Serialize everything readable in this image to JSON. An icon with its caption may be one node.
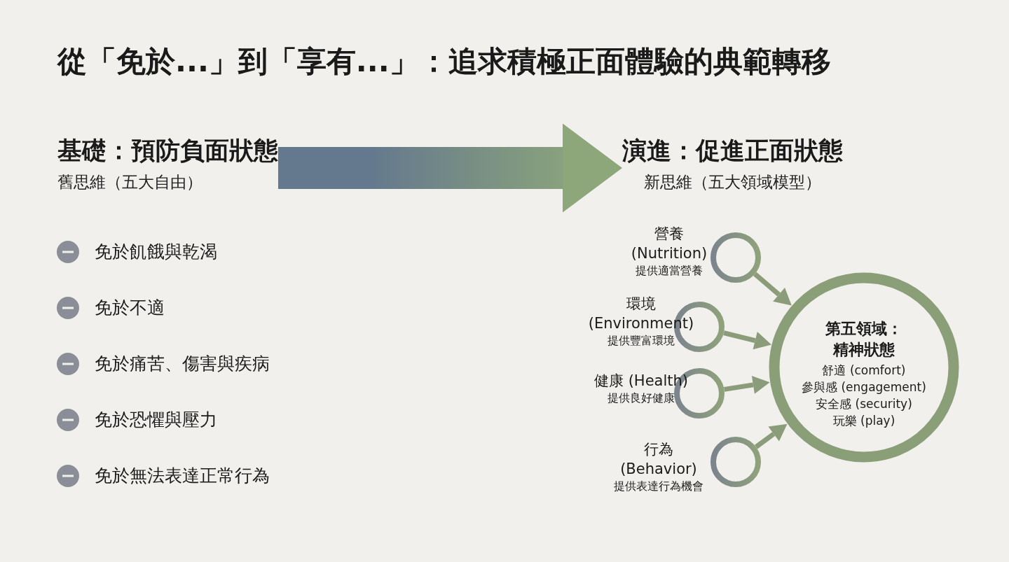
{
  "diagram": {
    "title": "從「免於...」到「享有...」：追求積極正面體驗的典範轉移",
    "nodes": [
      {
        "text": [
          "基礎：預防負面狀態",
          "舊思維（五大自由）"
        ]
      },
      {
        "text": [
          "演進：促進正面狀態",
          "新思維（五大領域模型）"
        ]
      },
      {
        "text": [
          "營養 (Nutrition)",
          "提供適當營養"
        ]
      },
      {
        "text": [
          "環境 (Environment)",
          "提供豐富環境"
        ]
      },
      {
        "text": [
          "健康 (Health)",
          "提供良好健康"
        ]
      },
      {
        "text": [
          "行為 (Behavior)",
          "提供表達行為機會"
        ]
      },
      {
        "text": [
          "第五領域：精神狀態",
          "舒適 (comfort)",
          "參與感 (engagement)",
          "安全感 (security)",
          "玩樂 (play)"
        ]
      }
    ],
    "edges": [
      {
        "from": 0,
        "to": 1,
        "arrow": "to",
        "style": "thick"
      },
      {
        "from": 2,
        "to": 6,
        "arrow": "to"
      },
      {
        "from": 3,
        "to": 6,
        "arrow": "to"
      },
      {
        "from": 4,
        "to": 6,
        "arrow": "to"
      },
      {
        "from": 5,
        "to": 6,
        "arrow": "to"
      }
    ],
    "labels": [
      "免於飢餓與乾渴",
      "免於不適",
      "免於痛苦、傷害與疾病",
      "免於恐懼與壓力",
      "免於無法表達正常行為"
    ]
  }
}
